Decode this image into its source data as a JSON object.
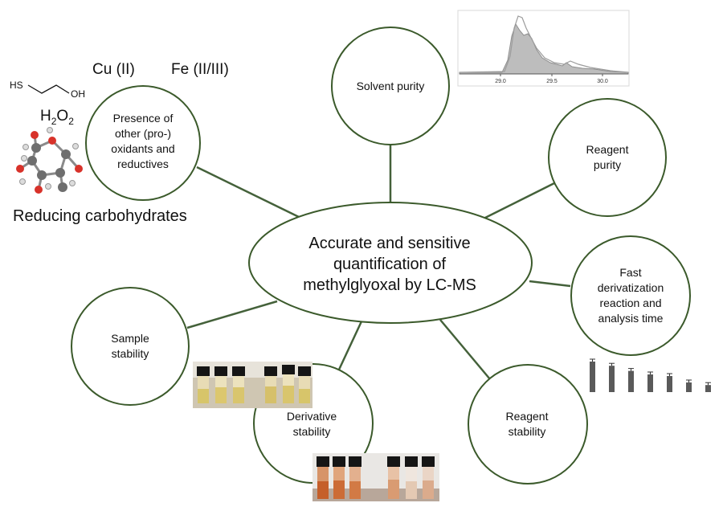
{
  "center": {
    "text": "Accurate and sensitive\nquantification of\nmethylglyoxal by LC-MS"
  },
  "nodes": {
    "oxidants": "Presence of\nother (pro-)\noxidants and\nreductives",
    "solvent": "Solvent purity",
    "reagent_purity": "Reagent\npurity",
    "fast": "Fast\nderivatization\nreaction and\nanalysis time",
    "reagent_stability": "Reagent\nstability",
    "derivative": "Derivative\nstability",
    "sample": "Sample\nstability"
  },
  "annotations": {
    "cu": "Cu (II)",
    "fe": "Fe (II/III)",
    "h2o2_main": "H",
    "h2o2_sub1": "2",
    "h2o2_mid": "O",
    "h2o2_sub2": "2",
    "carbs": "Reducing carbohydrates",
    "hs": "HS",
    "oh": "OH"
  },
  "chromatogram": {
    "ticks": [
      "29.0",
      "29.5",
      "30.0"
    ]
  },
  "mini_bars": {
    "values": [
      0.95,
      0.82,
      0.66,
      0.55,
      0.5,
      0.3,
      0.22
    ]
  },
  "colors": {
    "circle_stroke": "#3b5a2b",
    "connector": "#44613a"
  }
}
